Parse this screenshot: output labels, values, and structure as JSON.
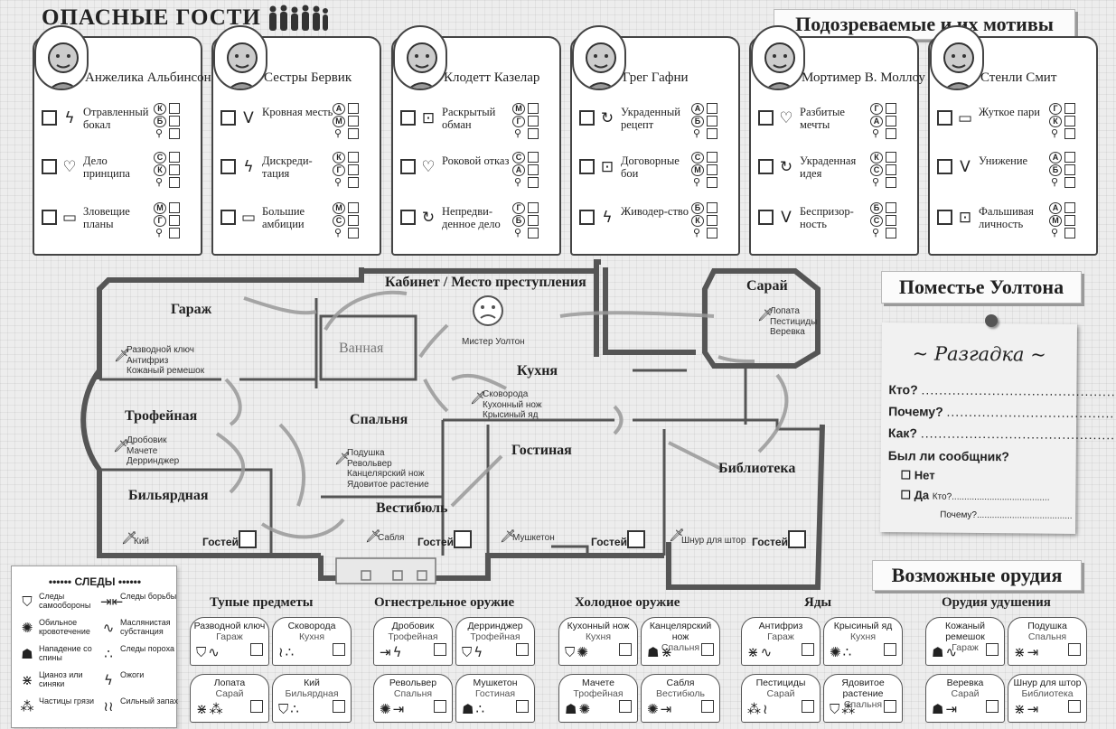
{
  "title": "ОПАСНЫЕ ГОСТИ",
  "banners": {
    "suspects": "Подозреваемые и их мотивы",
    "estate": "Поместье Уолтона",
    "weapons": "Возможные орудия"
  },
  "suspects": [
    {
      "name": "Анжелика Альбинсон",
      "motives": [
        {
          "label": "Отравленный бокал",
          "icon": "lightning-icon",
          "clues": [
            "К",
            "Б"
          ]
        },
        {
          "label": "Дело принципа",
          "icon": "heart-icon",
          "clues": [
            "С",
            "К"
          ]
        },
        {
          "label": "Зловещие планы",
          "icon": "money-icon",
          "clues": [
            "М",
            "Г"
          ]
        }
      ]
    },
    {
      "name": "Сестры Бервик",
      "motives": [
        {
          "label": "Кровная месть",
          "icon": "v-icon",
          "clues": [
            "А",
            "М"
          ]
        },
        {
          "label": "Дискреди-тация",
          "icon": "lightning-icon",
          "clues": [
            "К",
            "Г"
          ]
        },
        {
          "label": "Большие амбиции",
          "icon": "money-icon",
          "clues": [
            "М",
            "С"
          ]
        }
      ]
    },
    {
      "name": "Клодетт Казелар",
      "motives": [
        {
          "label": "Раскрытый обман",
          "icon": "briefcase-icon",
          "clues": [
            "М",
            "Г"
          ]
        },
        {
          "label": "Роковой отказ",
          "icon": "heart-icon",
          "clues": [
            "С",
            "А"
          ]
        },
        {
          "label": "Непредви-денное дело",
          "icon": "cycle-icon",
          "clues": [
            "Г",
            "Б"
          ]
        }
      ]
    },
    {
      "name": "Грег Гафни",
      "motives": [
        {
          "label": "Украденный рецепт",
          "icon": "cycle-icon",
          "clues": [
            "А",
            "Б"
          ]
        },
        {
          "label": "Договорные бои",
          "icon": "briefcase-icon",
          "clues": [
            "С",
            "М"
          ]
        },
        {
          "label": "Живодер-ство",
          "icon": "lightning-icon",
          "clues": [
            "Б",
            "К"
          ]
        }
      ]
    },
    {
      "name": "Мортимер В. Моллоу",
      "motives": [
        {
          "label": "Разбитые мечты",
          "icon": "heart-icon",
          "clues": [
            "Г",
            "А"
          ]
        },
        {
          "label": "Украденная идея",
          "icon": "cycle-icon",
          "clues": [
            "К",
            "С"
          ]
        },
        {
          "label": "Беспризор-ность",
          "icon": "v-icon",
          "clues": [
            "Б",
            "С"
          ]
        }
      ]
    },
    {
      "name": "Стенли Смит",
      "motives": [
        {
          "label": "Жуткое пари",
          "icon": "money-icon",
          "clues": [
            "Г",
            "К"
          ]
        },
        {
          "label": "Унижение",
          "icon": "v-icon",
          "clues": [
            "А",
            "Б"
          ]
        },
        {
          "label": "Фальшивая личность",
          "icon": "briefcase-icon",
          "clues": [
            "А",
            "М"
          ]
        }
      ]
    }
  ],
  "rooms": {
    "garage": {
      "name": "Гараж",
      "weapons": [
        "Разводной ключ",
        "Антифриз",
        "Кожаный ремешок"
      ]
    },
    "trophy": {
      "name": "Трофейная",
      "weapons": [
        "Дробовик",
        "Мачете",
        "Дерринджер"
      ]
    },
    "billiard": {
      "name": "Бильярдная",
      "weapons": [
        "Кий"
      ],
      "guests": "Гостей"
    },
    "bathroom": {
      "name": "Ванная"
    },
    "bedroom": {
      "name": "Спальня",
      "weapons": [
        "Подушка",
        "Револьвер",
        "Канцелярский нож",
        "Ядовитое растение"
      ]
    },
    "study": {
      "name": "Кабинет / Место преступления",
      "victim": "Мистер Уолтон"
    },
    "kitchen": {
      "name": "Кухня",
      "weapons": [
        "Сковорода",
        "Кухонный нож",
        "Крысиный яд"
      ]
    },
    "shed": {
      "name": "Сарай",
      "weapons": [
        "Лопата",
        "Пестициды",
        "Веревка"
      ]
    },
    "hall": {
      "name": "Вестибюль",
      "weapons": [
        "Сабля"
      ],
      "guests": "Гостей"
    },
    "living": {
      "name": "Гостиная",
      "weapons": [
        "Мушкетон"
      ],
      "guests": "Гостей"
    },
    "library": {
      "name": "Библиотека",
      "weapons": [
        "Шнур для штор"
      ],
      "guests": "Гостей"
    }
  },
  "solution": {
    "title": "Разгадка",
    "who": "Кто?",
    "why": "Почему?",
    "how": "Как?",
    "accomplice": "Был ли сообщник?",
    "no": "Нет",
    "yes": "Да",
    "who2": "Кто?",
    "why2": "Почему?"
  },
  "legend": {
    "title": "СЛЕДЫ",
    "items": [
      {
        "icon": "shield-icon",
        "text": "Следы самообороны"
      },
      {
        "icon": "struggle-icon",
        "text": "Следы борьбы"
      },
      {
        "icon": "blood-icon",
        "text": "Обильное кровотечение"
      },
      {
        "icon": "oil-icon",
        "text": "Маслянистая субстанция"
      },
      {
        "icon": "back-attack-icon",
        "text": "Нападение со спины"
      },
      {
        "icon": "powder-icon",
        "text": "Следы пороха"
      },
      {
        "icon": "cyanosis-icon",
        "text": "Цианоз или синяки"
      },
      {
        "icon": "burn-icon",
        "text": "Ожоги"
      },
      {
        "icon": "dirt-icon",
        "text": "Частицы грязи"
      },
      {
        "icon": "smell-icon",
        "text": "Сильный запах"
      }
    ]
  },
  "weapon_categories": [
    {
      "name": "Тупые предметы",
      "weapons": [
        {
          "name": "Разводной ключ",
          "room": "Гараж",
          "icons": [
            "shield",
            "oil"
          ]
        },
        {
          "name": "Сковорода",
          "room": "Кухня",
          "icons": [
            "smell",
            "powder"
          ]
        },
        {
          "name": "Лопата",
          "room": "Сарай",
          "icons": [
            "cyanosis",
            "dirt"
          ]
        },
        {
          "name": "Кий",
          "room": "Бильярдная",
          "icons": [
            "shield",
            "powder"
          ]
        }
      ]
    },
    {
      "name": "Огнестрельное оружие",
      "weapons": [
        {
          "name": "Дробовик",
          "room": "Трофейная",
          "icons": [
            "struggle",
            "burn"
          ]
        },
        {
          "name": "Дерринджер",
          "room": "Трофейная",
          "icons": [
            "shield",
            "burn"
          ]
        },
        {
          "name": "Револьвер",
          "room": "Спальня",
          "icons": [
            "blood",
            "struggle"
          ]
        },
        {
          "name": "Мушкетон",
          "room": "Гостиная",
          "icons": [
            "back",
            "powder"
          ]
        }
      ]
    },
    {
      "name": "Холодное оружие",
      "weapons": [
        {
          "name": "Кухонный нож",
          "room": "Кухня",
          "icons": [
            "shield",
            "blood"
          ]
        },
        {
          "name": "Канцелярский нож",
          "room": "Спальня",
          "icons": [
            "back",
            "cyanosis"
          ]
        },
        {
          "name": "Мачете",
          "room": "Трофейная",
          "icons": [
            "back",
            "blood"
          ]
        },
        {
          "name": "Сабля",
          "room": "Вестибюль",
          "icons": [
            "blood",
            "struggle"
          ]
        }
      ]
    },
    {
      "name": "Яды",
      "weapons": [
        {
          "name": "Антифриз",
          "room": "Гараж",
          "icons": [
            "cyanosis",
            "oil"
          ]
        },
        {
          "name": "Крысиный яд",
          "room": "Кухня",
          "icons": [
            "blood",
            "powder"
          ]
        },
        {
          "name": "Пестициды",
          "room": "Сарай",
          "icons": [
            "dirt",
            "smell"
          ]
        },
        {
          "name": "Ядовитое растение",
          "room": "Спальня",
          "icons": [
            "shield",
            "dirt"
          ]
        }
      ]
    },
    {
      "name": "Орудия удушения",
      "weapons": [
        {
          "name": "Кожаный ремешок",
          "room": "Гараж",
          "icons": [
            "back",
            "oil"
          ]
        },
        {
          "name": "Подушка",
          "room": "Спальня",
          "icons": [
            "cyanosis",
            "struggle"
          ]
        },
        {
          "name": "Веревка",
          "room": "Сарай",
          "icons": [
            "back",
            "struggle"
          ]
        },
        {
          "name": "Шнур для штор",
          "room": "Библиотека",
          "icons": [
            "cyanosis",
            "struggle"
          ]
        }
      ]
    }
  ]
}
